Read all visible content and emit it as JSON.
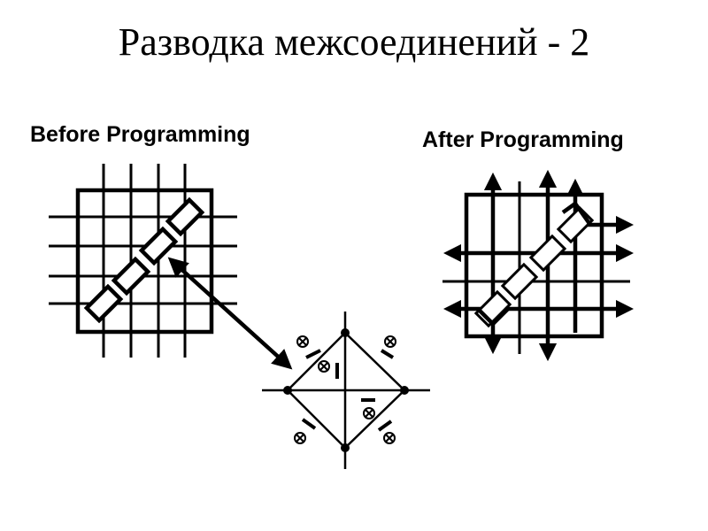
{
  "title": "Разводка межсоединений - 2",
  "before_label": "Before Programming",
  "after_label": "After Programming",
  "colors": {
    "ink": "#000000",
    "background": "#ffffff"
  }
}
